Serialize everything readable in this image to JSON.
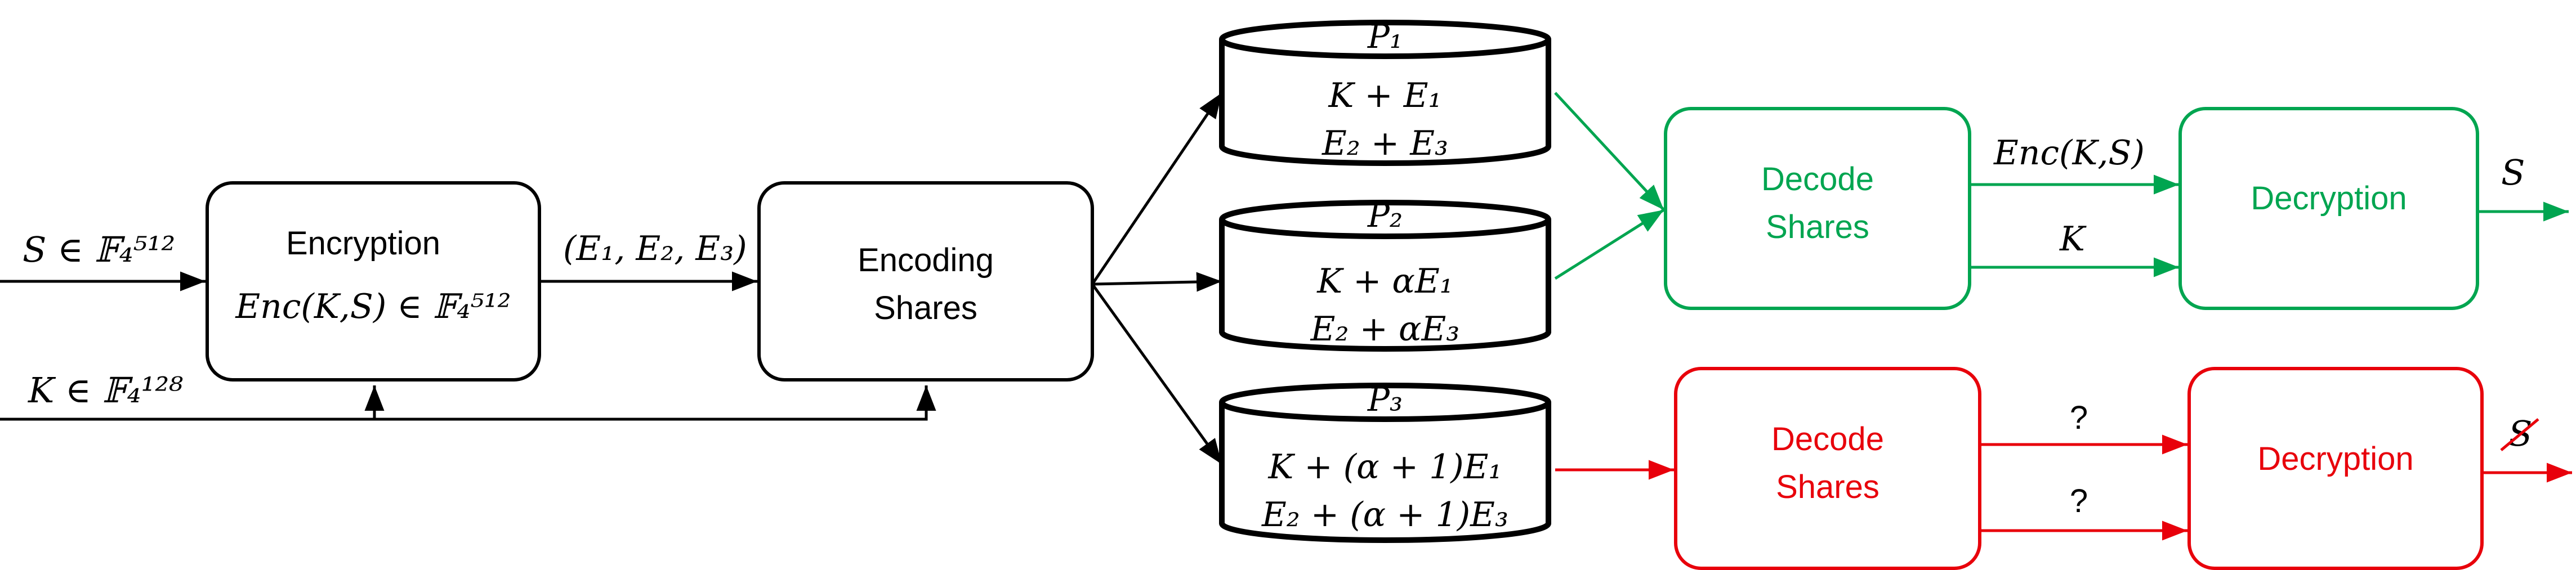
{
  "colors": {
    "stroke": "#000000",
    "valid": "#00a550",
    "invalid": "#e8000b",
    "background": "#ffffff"
  },
  "inputs": {
    "secret": "S ∈ 𝔽₄⁵¹²",
    "key": "K ∈ 𝔽₄¹²⁸"
  },
  "encryption": {
    "title": "Encryption",
    "formula": "Enc(K,S) ∈ 𝔽₄⁵¹²"
  },
  "share_tuple": "(E₁, E₂, E₃)",
  "encoding": {
    "line1": "Encoding",
    "line2": "Shares"
  },
  "parties": [
    {
      "name": "P₁",
      "share1": "K + E₁",
      "share2": "E₂ + E₃"
    },
    {
      "name": "P₂",
      "share1": "K + αE₁",
      "share2": "E₂ + αE₃"
    },
    {
      "name": "P₃",
      "share1": "K + (α + 1)E₁",
      "share2": "E₂ + (α + 1)E₃"
    }
  ],
  "green_path": {
    "decode_line1": "Decode",
    "decode_line2": "Shares",
    "enc_label": "Enc(K,S)",
    "key_label": "K",
    "decryption": "Decryption",
    "output": "S"
  },
  "red_path": {
    "decode_line1": "Decode",
    "decode_line2": "Shares",
    "unknown_top": "?",
    "unknown_bottom": "?",
    "decryption": "Decryption",
    "output": "S"
  }
}
